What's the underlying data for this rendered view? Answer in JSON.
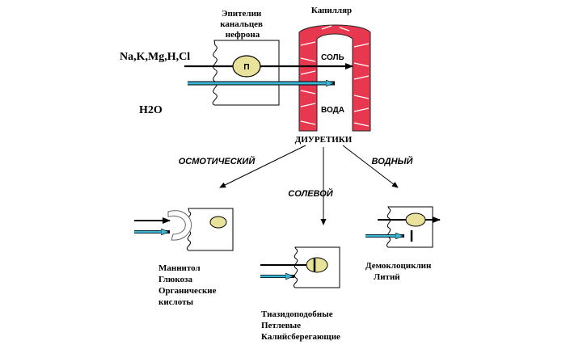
{
  "top": {
    "epithelium_label": [
      "Эпителии",
      "канальцев",
      "нефрона"
    ],
    "capillary_label": "Капилляр",
    "ions_label": "Na,K,Mg,H,Cl",
    "water_label": "H2O",
    "carrier_label": "П",
    "salt_label": "СОЛЬ",
    "water_in_capillary_label": "ВОДА"
  },
  "center": {
    "diuretics_label": "ДИУРЕТИКИ"
  },
  "branches": {
    "osmotic": {
      "label": "ОСМОТИЧЕСКИЙ",
      "examples": [
        "Маннитол",
        "Глюкоза",
        "Органические",
        "кислоты"
      ]
    },
    "salt": {
      "label": "СОЛЕВОЙ",
      "examples": [
        "Тиазидоподобные",
        "Петлевые",
        "Калийсберегающие"
      ]
    },
    "water": {
      "label": "ВОДНЫЙ",
      "examples": [
        "Демоклоциклин",
        "Литий"
      ]
    }
  },
  "colors": {
    "capillary_red": "#e8384f",
    "carrier_fill": "#e8e29a",
    "water_arrow": "#3ab5d6",
    "ink": "#000000"
  }
}
